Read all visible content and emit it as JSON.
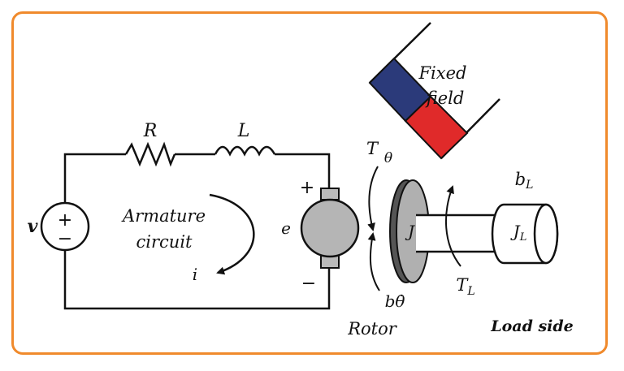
{
  "labels": {
    "resistor": "R",
    "inductor": "L",
    "source": "v",
    "source_plus": "+",
    "source_minus": "−",
    "circuit_line1": "Armature",
    "circuit_line2": "circuit",
    "current": "i",
    "emf": "e",
    "emf_plus": "+",
    "emf_minus": "−",
    "torque_T": "T",
    "theta": "θ",
    "damping": "bθ̇",
    "rotor": "Rotor",
    "inertia": "J",
    "load_torque": "T",
    "load_torque_sub": "L",
    "load_inertia": "J",
    "load_inertia_sub": "L",
    "load_damping": "b",
    "load_damping_sub": "L",
    "field_line1": "Fixed",
    "field_line2": "field",
    "load_side": "Load side"
  },
  "colors": {
    "frame": "#f08a2c",
    "magnet_north": "#2b3a7a",
    "magnet_south": "#e02a2a",
    "wire": "#111111",
    "rotor_gray": "#a9a9a9"
  }
}
